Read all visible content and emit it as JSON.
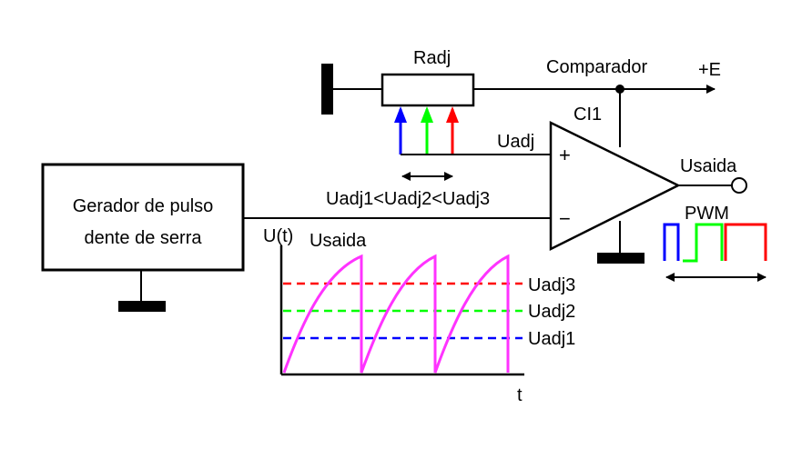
{
  "labels": {
    "radj": "Radj",
    "comparador": "Comparador",
    "supply": "+E",
    "ic": "CI1",
    "uadj": "Uadj",
    "plus": "+",
    "minus": "−",
    "usaida_out": "Usaida",
    "pwm": "PWM",
    "inequality": "Uadj1<Uadj2<Uadj3",
    "generator_line1": "Gerador de pulso",
    "generator_line2": "dente de serra",
    "y_axis": "U(t)",
    "t_axis": "t",
    "usaida_plot": "Usaida"
  },
  "levels": [
    {
      "name": "Uadj3",
      "color": "#ff0000"
    },
    {
      "name": "Uadj2",
      "color": "#00ff00"
    },
    {
      "name": "Uadj1",
      "color": "#0000ff"
    }
  ],
  "colors": {
    "sawtooth": "#ff33ff",
    "wire": "#000000",
    "arrow_blue": "#0000ff",
    "arrow_green": "#00ff00",
    "arrow_red": "#ff0000"
  }
}
